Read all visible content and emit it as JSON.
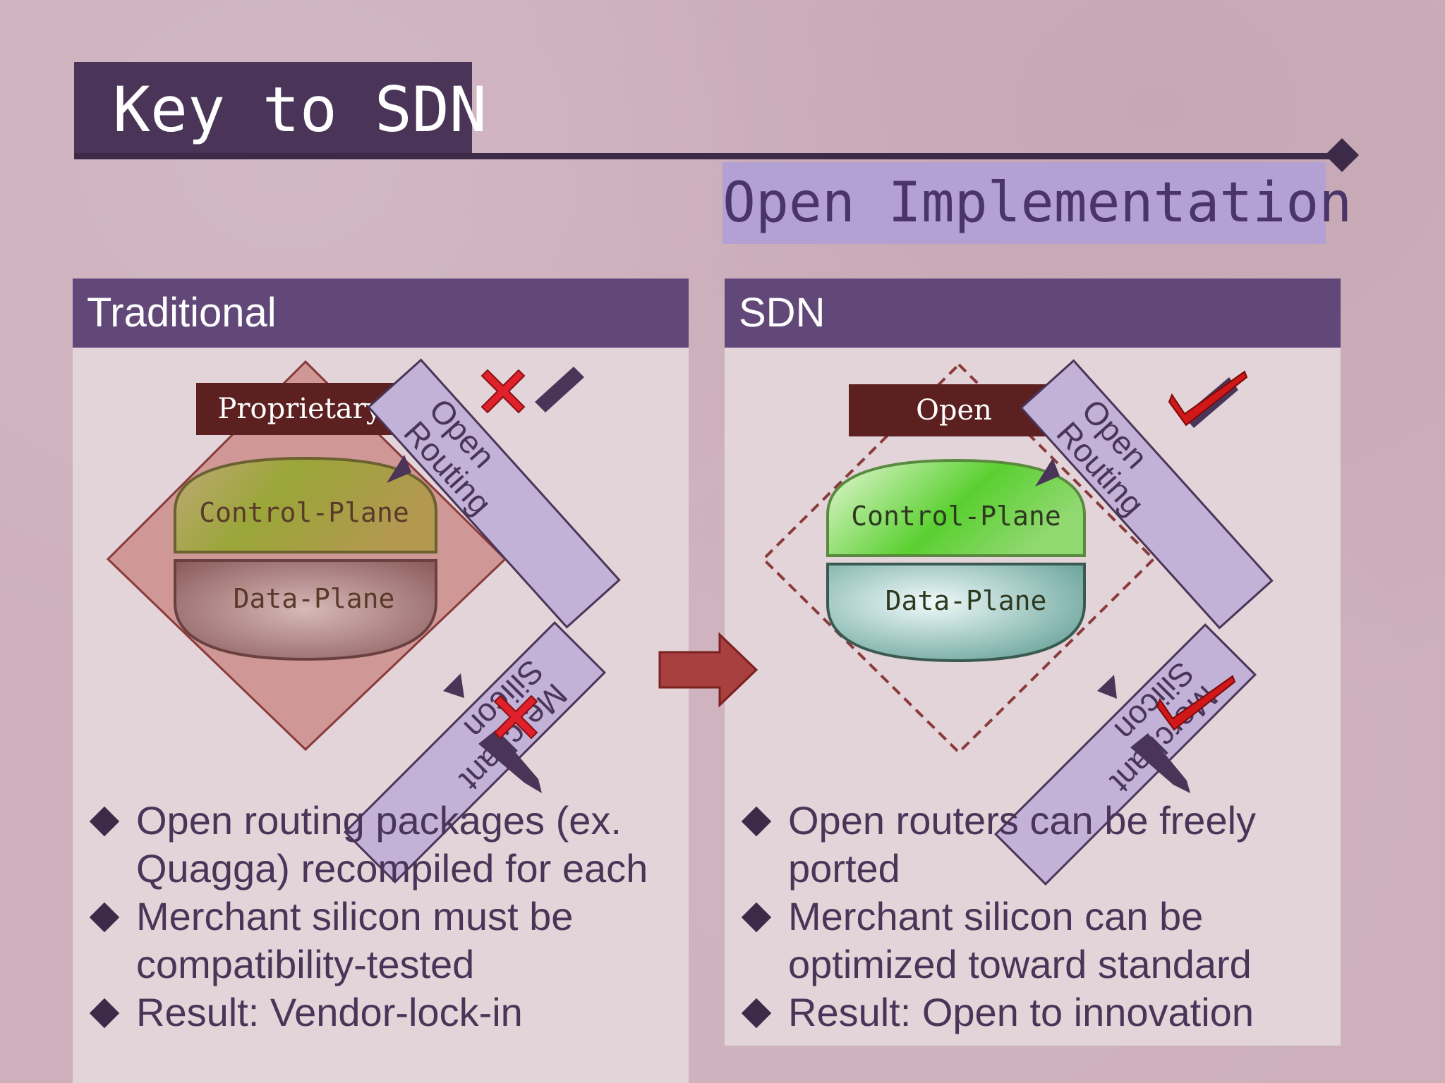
{
  "slide": {
    "title": "Key to SDN",
    "subtitle": "Open Implementation"
  },
  "panels": {
    "traditional": {
      "header": "Traditional",
      "diagram": {
        "badge": "Proprietary",
        "control_plane": "Control-Plane",
        "data_plane": "Data-Plane",
        "bar_top": [
          "Open",
          "Routing"
        ],
        "bar_bottom": [
          "Silicon",
          "Merchant"
        ],
        "status": "cross"
      },
      "bullets": [
        "Open routing packages (ex. Quagga) recompiled for each",
        "Merchant silicon must be compatibility-tested",
        "Result: Vendor-lock-in"
      ]
    },
    "sdn": {
      "header": "SDN",
      "diagram": {
        "badge": "Open",
        "control_plane": "Control-Plane",
        "data_plane": "Data-Plane",
        "bar_top": [
          "Open",
          "Routing"
        ],
        "bar_bottom": [
          "Silicon",
          "Merchant"
        ],
        "status": "check"
      },
      "bullets": [
        "Open routers can be freely ported",
        "Merchant silicon can be optimized toward standard",
        "Result: Open to innovation"
      ]
    }
  },
  "colors": {
    "dark_purple": "#4a3558",
    "header_purple": "#614878",
    "lavender": "#b3a1d3",
    "proprietary_red": "#5c2020",
    "cross_red": "#e0202a",
    "check_red": "#d01818",
    "arrow_red": "#a84040"
  }
}
